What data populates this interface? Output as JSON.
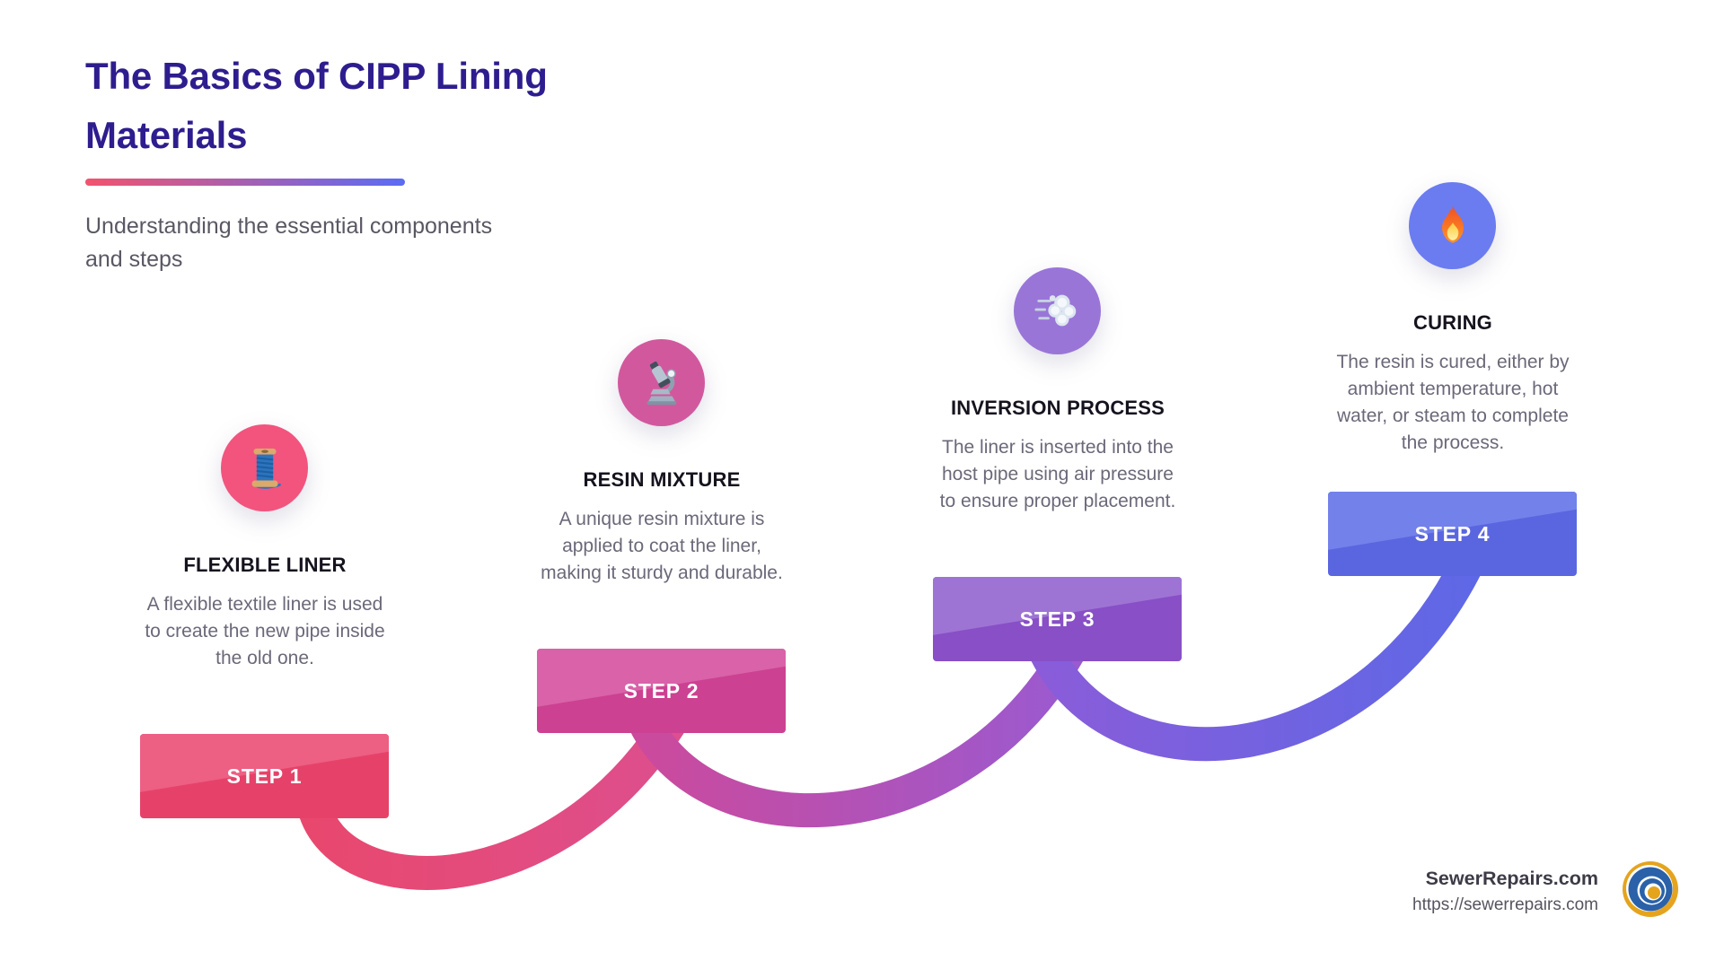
{
  "page": {
    "background": "#ffffff"
  },
  "header": {
    "title": "The Basics of CIPP Lining\nMaterials",
    "title_color": "#2e1d8e",
    "underline_gradient_from": "#f2536e",
    "underline_gradient_to": "#5a6cf5",
    "subtitle": "Understanding the essential components\nand steps"
  },
  "steps": [
    {
      "step_label": "STEP 1",
      "title": "FLEXIBLE LINER",
      "description": "A flexible textile liner is used\nto create the new pipe inside\nthe old one.",
      "icon": "thread-spool-icon",
      "circle_color": "#f2547e",
      "banner_color": "#e64269",
      "banner_sheen": "#ed5f83"
    },
    {
      "step_label": "STEP 2",
      "title": "RESIN MIXTURE",
      "description": "A unique resin mixture is\napplied to coat the liner,\nmaking it sturdy and durable.",
      "icon": "microscope-icon",
      "circle_color": "#d2589e",
      "banner_color": "#cc4191",
      "banner_sheen": "#d962a8"
    },
    {
      "step_label": "STEP 3",
      "title": "INVERSION PROCESS",
      "description": "The liner is inserted into the\nhost pipe using air pressure\nto ensure proper placement.",
      "icon": "wind-puff-icon",
      "circle_color": "#9a75d8",
      "banner_color": "#884fc6",
      "banner_sheen": "#9d74d4"
    },
    {
      "step_label": "STEP 4",
      "title": "CURING",
      "description": "The resin is cured, either by\nambient temperature, hot\nwater, or steam to complete\nthe process.",
      "icon": "fire-icon",
      "circle_color": "#6b7cf0",
      "banner_color": "#5a66e0",
      "banner_sheen": "#7381eb"
    }
  ],
  "flow": {
    "ribbon_gradients": [
      {
        "from": "#e8486e",
        "to": "#dd4f8e"
      },
      {
        "from": "#cb4a9d",
        "to": "#9a5ad0"
      },
      {
        "from": "#8a5cd9",
        "to": "#5e68e6"
      }
    ]
  },
  "footer": {
    "site_name": "SewerRepairs.com",
    "site_url": "https://sewerrepairs.com",
    "logo": "sewer-repairs-logo",
    "logo_yellow": "#e5a41d",
    "logo_blue": "#2a61a8"
  }
}
